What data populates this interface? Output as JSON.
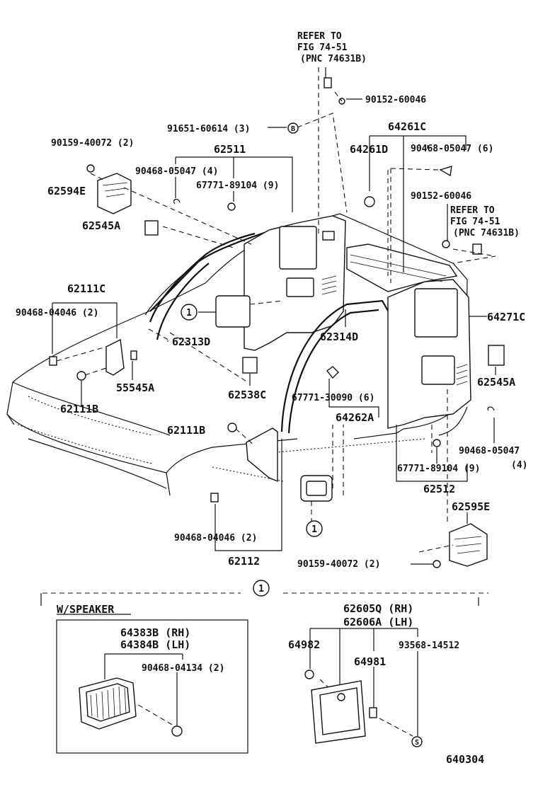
{
  "refs": {
    "top": [
      "REFER TO",
      "FIG 74-51",
      "(PNC 74631B)"
    ],
    "right": [
      "REFER TO",
      "FIG 74-51",
      "(PNC 74631B)"
    ]
  },
  "labels": {
    "p90152_60046_top": "90152-60046",
    "p91651_60614": "91651-60614 (3)",
    "p90159_40072_left": "90159-40072 (2)",
    "p62511": "62511",
    "p90468_05047_4": "90468-05047 (4)",
    "p67771_89104_9_top": "67771-89104 (9)",
    "p62594E": "62594E",
    "p62545A_left": "62545A",
    "p64261C": "64261C",
    "p64261D": "64261D",
    "p90468_05047_6": "90468-05047 (6)",
    "p90152_60046_right": "90152-60046",
    "p62111C": "62111C",
    "p90468_04046_2_top": "90468-04046 (2)",
    "p62313D": "62313D",
    "p62314D": "62314D",
    "p64271C": "64271C",
    "p55545A": "55545A",
    "p62111B_left": "62111B",
    "p62538C": "62538C",
    "p67771_30090_6": "67771-30090 (6)",
    "p62545A_right": "62545A",
    "p64262A": "64262A",
    "p62111B_mid": "62111B",
    "p90468_05047_right": "90468-05047",
    "p4": "(4)",
    "p67771_89104_9_bottom": "67771-89104 (9)",
    "p62512": "62512",
    "p62595E": "62595E",
    "p90468_04046_2_bottom": "90468-04046 (2)",
    "p62112": "62112",
    "p90159_40072_right": "90159-40072 (2)",
    "wspeaker": "W/SPEAKER",
    "p64383B": "64383B (RH)",
    "p64384B": "64384B (LH)",
    "p90468_04134": "90468-04134 (2)",
    "p62605Q": "62605Q (RH)",
    "p62606A": "62606A (LH)",
    "p64982": "64982",
    "p93568_14512": "93568-14512",
    "p64981": "64981",
    "figure_number": "640304"
  },
  "callouts": {
    "circle_one": "1",
    "circle_b": "B",
    "circle_s": "S"
  }
}
